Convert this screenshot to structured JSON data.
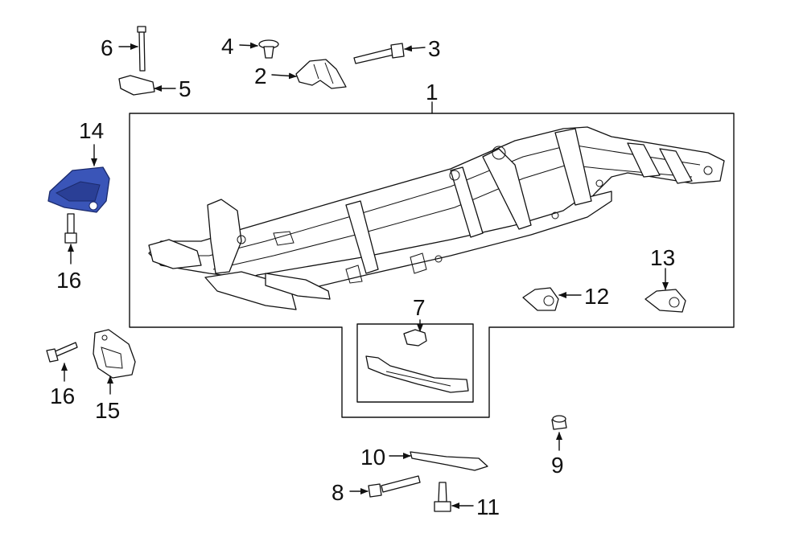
{
  "callouts": [
    {
      "id": "1",
      "label": "1"
    },
    {
      "id": "2",
      "label": "2"
    },
    {
      "id": "3",
      "label": "3"
    },
    {
      "id": "4",
      "label": "4"
    },
    {
      "id": "5",
      "label": "5"
    },
    {
      "id": "6",
      "label": "6"
    },
    {
      "id": "7",
      "label": "7"
    },
    {
      "id": "8",
      "label": "8"
    },
    {
      "id": "9",
      "label": "9"
    },
    {
      "id": "10",
      "label": "10"
    },
    {
      "id": "11",
      "label": "11"
    },
    {
      "id": "12",
      "label": "12"
    },
    {
      "id": "13",
      "label": "13"
    },
    {
      "id": "14",
      "label": "14"
    },
    {
      "id": "15",
      "label": "15"
    },
    {
      "id": "16a",
      "label": "16"
    },
    {
      "id": "16b",
      "label": "16"
    }
  ],
  "colors": {
    "line": "#111111",
    "highlight": "#3a55b8",
    "background": "#ffffff"
  }
}
